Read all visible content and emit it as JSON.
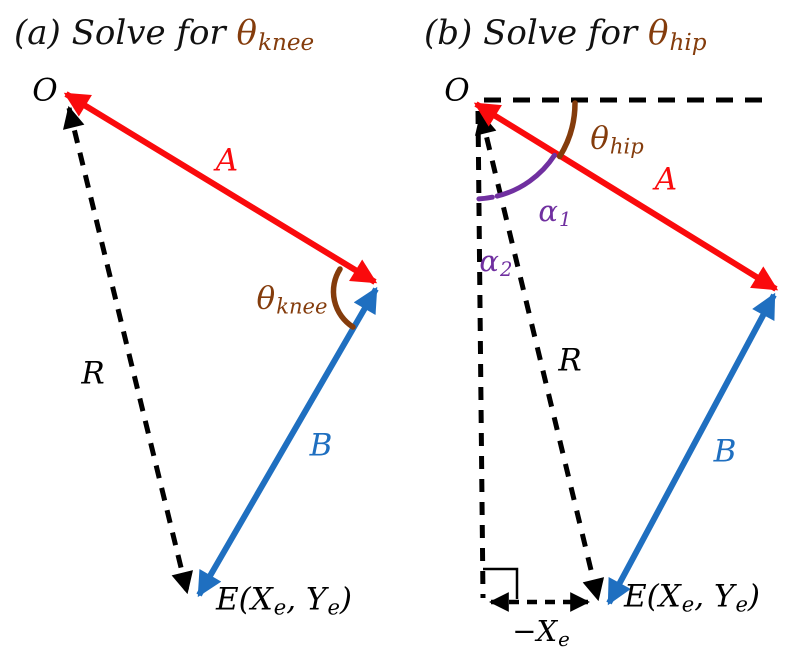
{
  "colors": {
    "red": "#fa0a0c",
    "blue": "#1f6fc0",
    "brown": "#843c0c",
    "purple": "#7030a0",
    "ink": "#000000"
  },
  "panel_a": {
    "title_prefix": "(a) Solve for ",
    "title_theta": "θ",
    "title_sub": "knee",
    "origin": "O",
    "vector_a": "A",
    "vector_b": "B",
    "vector_r": "R",
    "theta": "θ",
    "theta_sub": "knee",
    "endpoint": {
      "p1": "E(X",
      "s1": "e",
      "p2": ", Y",
      "s2": "e",
      "p3": ")"
    }
  },
  "panel_b": {
    "title_prefix": "(b) Solve for ",
    "title_theta": "θ",
    "title_sub": "hip",
    "origin": "O",
    "vector_a": "A",
    "vector_b": "B",
    "vector_r": "R",
    "theta": "θ",
    "theta_sub": "hip",
    "alpha1": "α",
    "alpha1_sub": "1",
    "alpha2": "α",
    "alpha2_sub": "2",
    "endpoint": {
      "p1": "E(X",
      "s1": "e",
      "p2": ", Y",
      "s2": "e",
      "p3": ")"
    },
    "neg_xe": {
      "p1": "−X",
      "s1": "e"
    }
  }
}
